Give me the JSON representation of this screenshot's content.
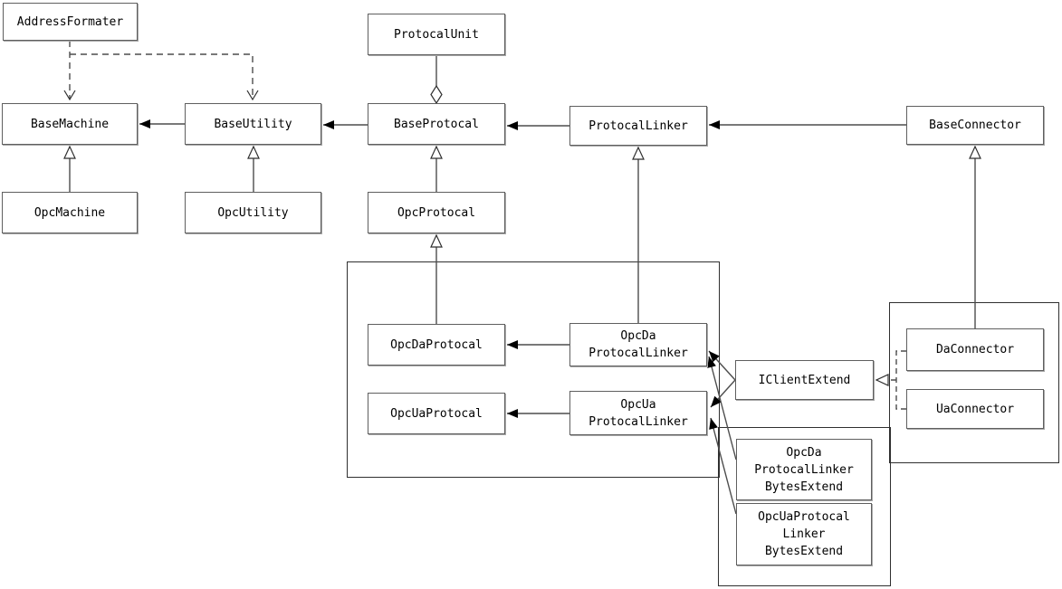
{
  "diagram": {
    "kind": "uml-class-diagram",
    "colors": {
      "background": "#ffffff",
      "box_border": "#5f5f5f",
      "group_border": "#2f2f2f",
      "line": "#4d4d4d",
      "arrowhead": "#000000",
      "text": "#000000"
    },
    "nodes": {
      "addressFormater": {
        "label": "AddressFormater"
      },
      "protocalUnit": {
        "label": "ProtocalUnit"
      },
      "baseMachine": {
        "label": "BaseMachine"
      },
      "baseUtility": {
        "label": "BaseUtility"
      },
      "baseProtocal": {
        "label": "BaseProtocal"
      },
      "protocalLinker": {
        "label": "ProtocalLinker"
      },
      "baseConnector": {
        "label": "BaseConnector"
      },
      "opcMachine": {
        "label": "OpcMachine"
      },
      "opcUtility": {
        "label": "OpcUtility"
      },
      "opcProtocal": {
        "label": "OpcProtocal"
      },
      "opcDaProtocal": {
        "label": "OpcDaProtocal"
      },
      "opcDaProtocalLinker": {
        "label": "OpcDa\nProtocalLinker"
      },
      "opcUaProtocal": {
        "label": "OpcUaProtocal"
      },
      "opcUaProtocalLinker": {
        "label": "OpcUa\nProtocalLinker"
      },
      "iClientExtend": {
        "label": "IClientExtend"
      },
      "daConnector": {
        "label": "DaConnector"
      },
      "uaConnector": {
        "label": "UaConnector"
      },
      "opcDaProtocalLinkerBytesExtend": {
        "label": "OpcDa\nProtocalLinker\nBytesExtend"
      },
      "opcUaProtocalLinkerBytesExtend": {
        "label": "OpcUaProtocal\nLinker\nBytesExtend"
      }
    },
    "edges": [
      {
        "from": "AddressFormater",
        "to": "BaseMachine",
        "type": "dependency",
        "style": "dashed",
        "head": "open-arrow"
      },
      {
        "from": "AddressFormater",
        "to": "BaseUtility",
        "type": "dependency",
        "style": "dashed",
        "head": "open-arrow"
      },
      {
        "from": "BaseUtility",
        "to": "BaseMachine",
        "type": "association",
        "style": "solid",
        "head": "filled-arrow"
      },
      {
        "from": "BaseProtocal",
        "to": "BaseUtility",
        "type": "association",
        "style": "solid",
        "head": "filled-arrow"
      },
      {
        "from": "ProtocalLinker",
        "to": "BaseProtocal",
        "type": "association",
        "style": "solid",
        "head": "filled-arrow"
      },
      {
        "from": "BaseConnector",
        "to": "ProtocalLinker",
        "type": "association",
        "style": "solid",
        "head": "filled-arrow"
      },
      {
        "from": "ProtocalUnit",
        "to": "BaseProtocal",
        "type": "aggregation",
        "style": "solid",
        "head": "hollow-diamond"
      },
      {
        "from": "OpcMachine",
        "to": "BaseMachine",
        "type": "inheritance",
        "style": "solid",
        "head": "hollow-triangle"
      },
      {
        "from": "OpcUtility",
        "to": "BaseUtility",
        "type": "inheritance",
        "style": "solid",
        "head": "hollow-triangle"
      },
      {
        "from": "OpcProtocal",
        "to": "BaseProtocal",
        "type": "inheritance",
        "style": "solid",
        "head": "hollow-triangle"
      },
      {
        "from": "OpcDaProtocal",
        "to": "OpcProtocal",
        "type": "inheritance",
        "style": "solid",
        "head": "hollow-triangle"
      },
      {
        "from": "OpcDaProtocalLinker",
        "to": "ProtocalLinker",
        "type": "inheritance",
        "style": "solid",
        "head": "hollow-triangle"
      },
      {
        "from": "OpcDaProtocalLinker",
        "to": "OpcDaProtocal",
        "type": "association",
        "style": "solid",
        "head": "filled-arrow"
      },
      {
        "from": "OpcUaProtocalLinker",
        "to": "OpcUaProtocal",
        "type": "association",
        "style": "solid",
        "head": "filled-arrow"
      },
      {
        "from": "IClientExtend",
        "to": "OpcDaProtocalLinker",
        "type": "association",
        "style": "solid",
        "head": "filled-arrow"
      },
      {
        "from": "IClientExtend",
        "to": "OpcUaProtocalLinker",
        "type": "association",
        "style": "solid",
        "head": "filled-arrow"
      },
      {
        "from": "OpcDaProtocalLinkerBytesExtend",
        "to": "OpcDaProtocalLinker",
        "type": "association",
        "style": "solid",
        "head": "filled-arrow"
      },
      {
        "from": "OpcUaProtocalLinkerBytesExtend",
        "to": "OpcUaProtocalLinker",
        "type": "association",
        "style": "solid",
        "head": "filled-arrow"
      },
      {
        "from": "DaConnector",
        "to": "BaseConnector",
        "type": "inheritance",
        "style": "solid",
        "head": "hollow-triangle"
      },
      {
        "from": "DaConnector",
        "to": "IClientExtend",
        "type": "realization",
        "style": "dashed",
        "head": "hollow-triangle"
      },
      {
        "from": "UaConnector",
        "to": "IClientExtend",
        "type": "realization",
        "style": "dashed",
        "head": "hollow-triangle"
      }
    ]
  }
}
